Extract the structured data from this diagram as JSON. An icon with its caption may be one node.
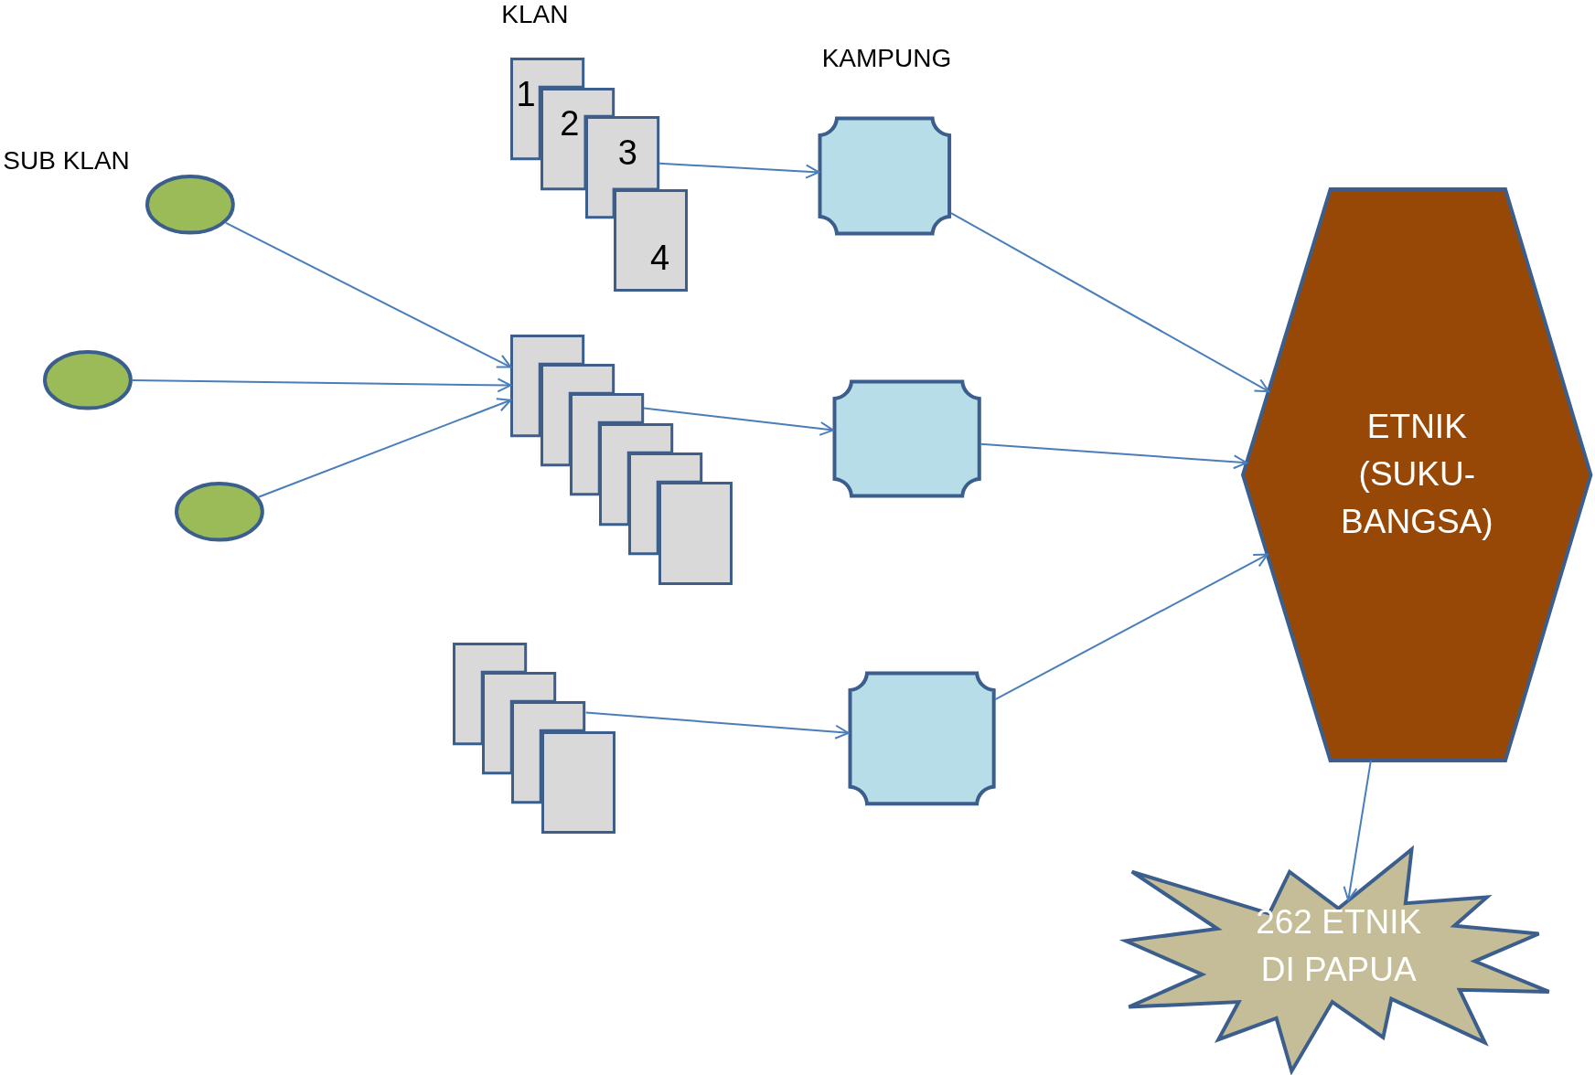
{
  "diagram": {
    "nodes": [
      {
        "text": [],
        "shape": "circle"
      },
      {
        "text": [],
        "shape": "circle"
      },
      {
        "text": [],
        "shape": "circle"
      },
      {
        "text": [
          "1"
        ]
      },
      {
        "text": [
          "2"
        ]
      },
      {
        "text": [
          "3"
        ]
      },
      {
        "text": [
          "4"
        ]
      },
      {
        "text": [],
        "shape": "box"
      },
      {
        "text": [],
        "shape": "box"
      },
      {
        "text": [],
        "shape": "box"
      },
      {
        "text": [],
        "shape": "box"
      },
      {
        "text": [],
        "shape": "box"
      },
      {
        "text": [],
        "shape": "box"
      },
      {
        "text": [],
        "shape": "box"
      },
      {
        "text": [],
        "shape": "box"
      },
      {
        "text": [],
        "shape": "box"
      },
      {
        "text": [],
        "shape": "box"
      },
      {
        "text": [],
        "shape": "box"
      },
      {
        "text": [],
        "shape": "box"
      },
      {
        "text": [],
        "shape": "box"
      },
      {
        "text": [
          "ETNIK (SUKU- BANGSA)"
        ]
      },
      {
        "text": [
          "262 ETNIK DI PAPUA"
        ]
      }
    ],
    "edges": [
      {
        "from": 0,
        "to": 7,
        "arrow": "to"
      },
      {
        "from": 1,
        "to": 7,
        "arrow": "to"
      },
      {
        "from": 2,
        "to": 7,
        "arrow": "to"
      },
      {
        "from": 5,
        "to": 17,
        "arrow": "to"
      },
      {
        "from": 9,
        "to": 18,
        "arrow": "to"
      },
      {
        "from": 15,
        "to": 19,
        "arrow": "to"
      },
      {
        "from": 17,
        "to": 20,
        "arrow": "to"
      },
      {
        "from": 18,
        "to": 20,
        "arrow": "to"
      },
      {
        "from": 19,
        "to": 20,
        "arrow": "to"
      },
      {
        "from": 20,
        "to": 21,
        "arrow": "to"
      }
    ],
    "labels": [
      "KLAN",
      "KAMPUNG",
      "SUB KLAN"
    ]
  }
}
